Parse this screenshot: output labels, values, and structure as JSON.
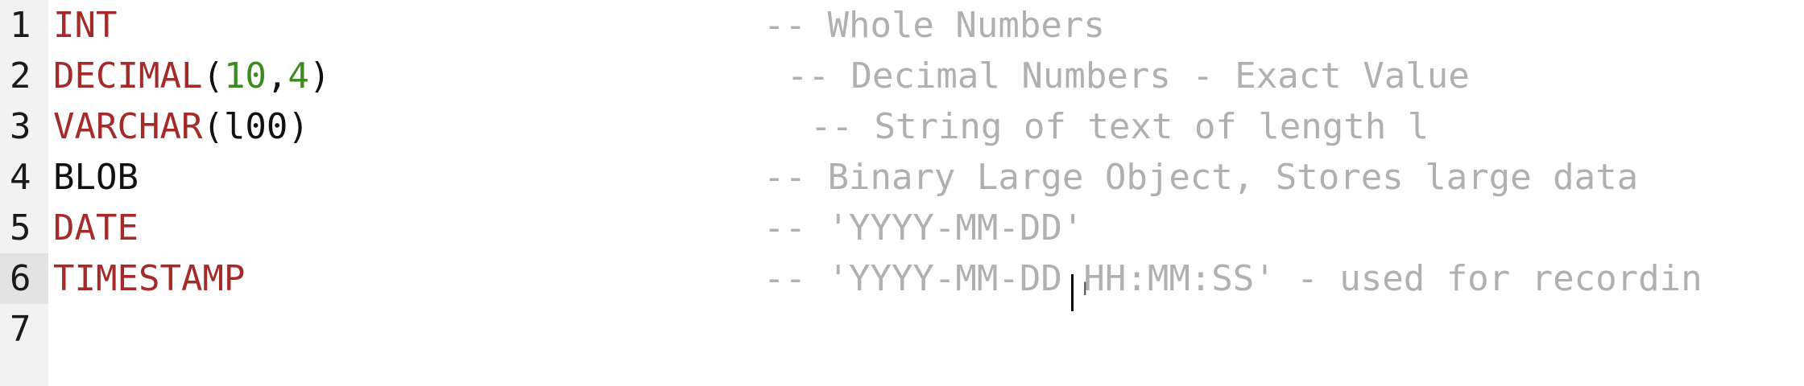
{
  "lines": [
    {
      "number": "1",
      "keyword": "INT",
      "comment": "-- Whole Numbers"
    },
    {
      "number": "2",
      "keyword": "DECIMAL",
      "open": "(",
      "arg1": "10",
      "sep": ",",
      "arg2": "4",
      "close": ")",
      "comment": "-- Decimal Numbers - Exact Value"
    },
    {
      "number": "3",
      "keyword": "VARCHAR",
      "open": "(",
      "arg": "l00",
      "close": ")",
      "comment": "-- String of text of length l"
    },
    {
      "number": "4",
      "keyword": "BLOB",
      "comment": "-- Binary Large Object, Stores large data"
    },
    {
      "number": "5",
      "keyword": "DATE",
      "comment": "-- 'YYYY-MM-DD'"
    },
    {
      "number": "6",
      "keyword": "TIMESTAMP",
      "comment": "-- 'YYYY-MM-DD HH:MM:SS' - used for recordin"
    },
    {
      "number": "7"
    }
  ],
  "cursor_glyph": "I",
  "colors": {
    "keyword": "#a52a2a",
    "number": "#3d8b1f",
    "comment": "#b0b0b0",
    "gutter": "#f2f2f2",
    "active_gutter": "#e3e3e3"
  }
}
